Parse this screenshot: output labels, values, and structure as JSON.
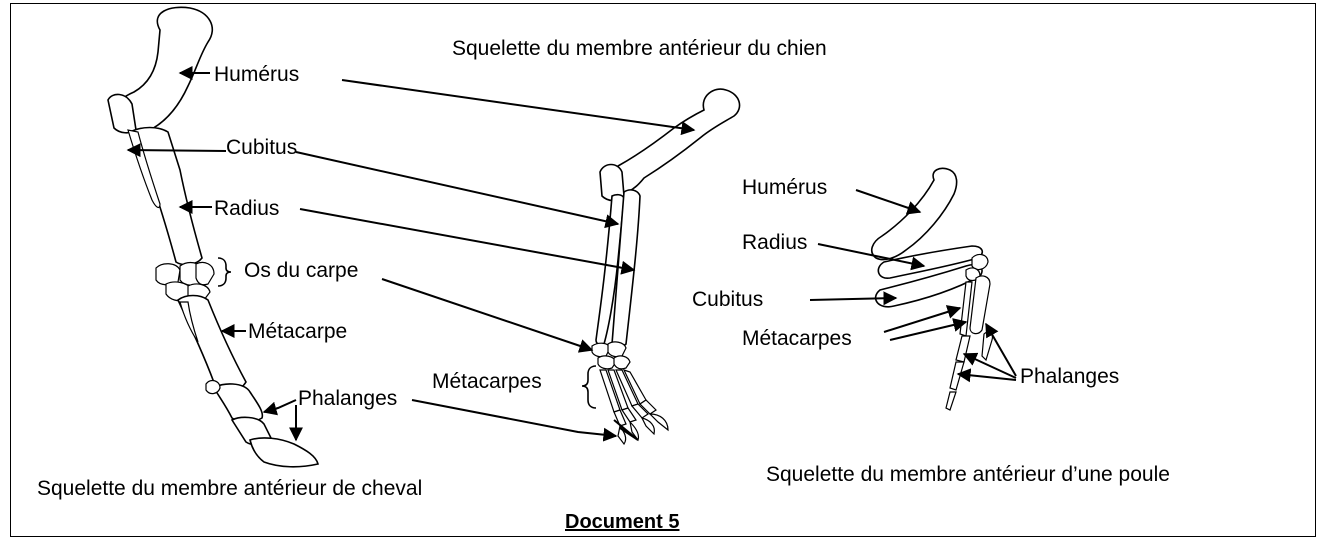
{
  "titles": {
    "dog_title": "Squelette du membre antérieur du chien",
    "horse_caption": "Squelette du membre antérieur de cheval",
    "hen_caption": "Squelette du membre antérieur d’une poule",
    "document_label": "Document 5"
  },
  "horse_labels": {
    "humerus": "Humérus",
    "cubitus": "Cubitus",
    "radius": "Radius",
    "carpe": "Os du carpe",
    "metacarpe": "Métacarpe",
    "phalanges": "Phalanges"
  },
  "dog_labels": {
    "metacarpes": "Métacarpes"
  },
  "hen_labels": {
    "humerus": "Humérus",
    "radius": "Radius",
    "cubitus": "Cubitus",
    "metacarpes": "Métacarpes",
    "phalanges": "Phalanges"
  }
}
